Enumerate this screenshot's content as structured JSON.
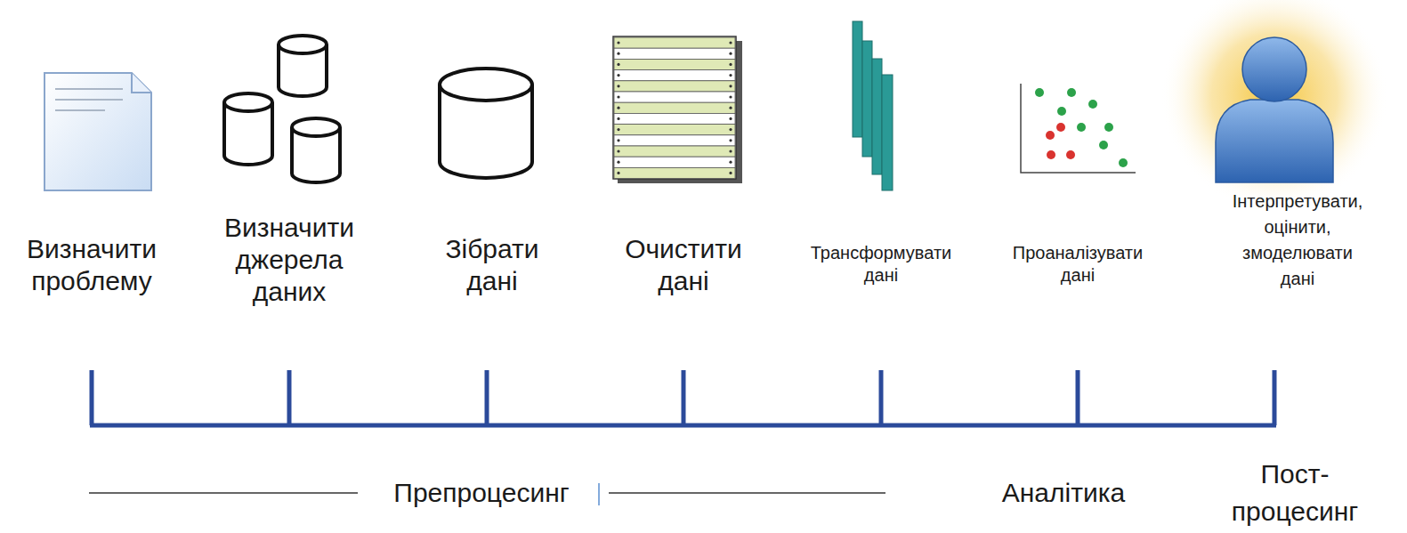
{
  "diagram": {
    "labels": [
      "Визначити проблему",
      "Визначити джерела даних",
      "Зібрати дані",
      "Очистити дані",
      "Трансформувати дані",
      "Проаналізувати дані",
      "Інтерпретувати, оцінити, змоделювати дані",
      "Препроцесинг",
      "Аналітика",
      "Пост- процесинг"
    ]
  }
}
